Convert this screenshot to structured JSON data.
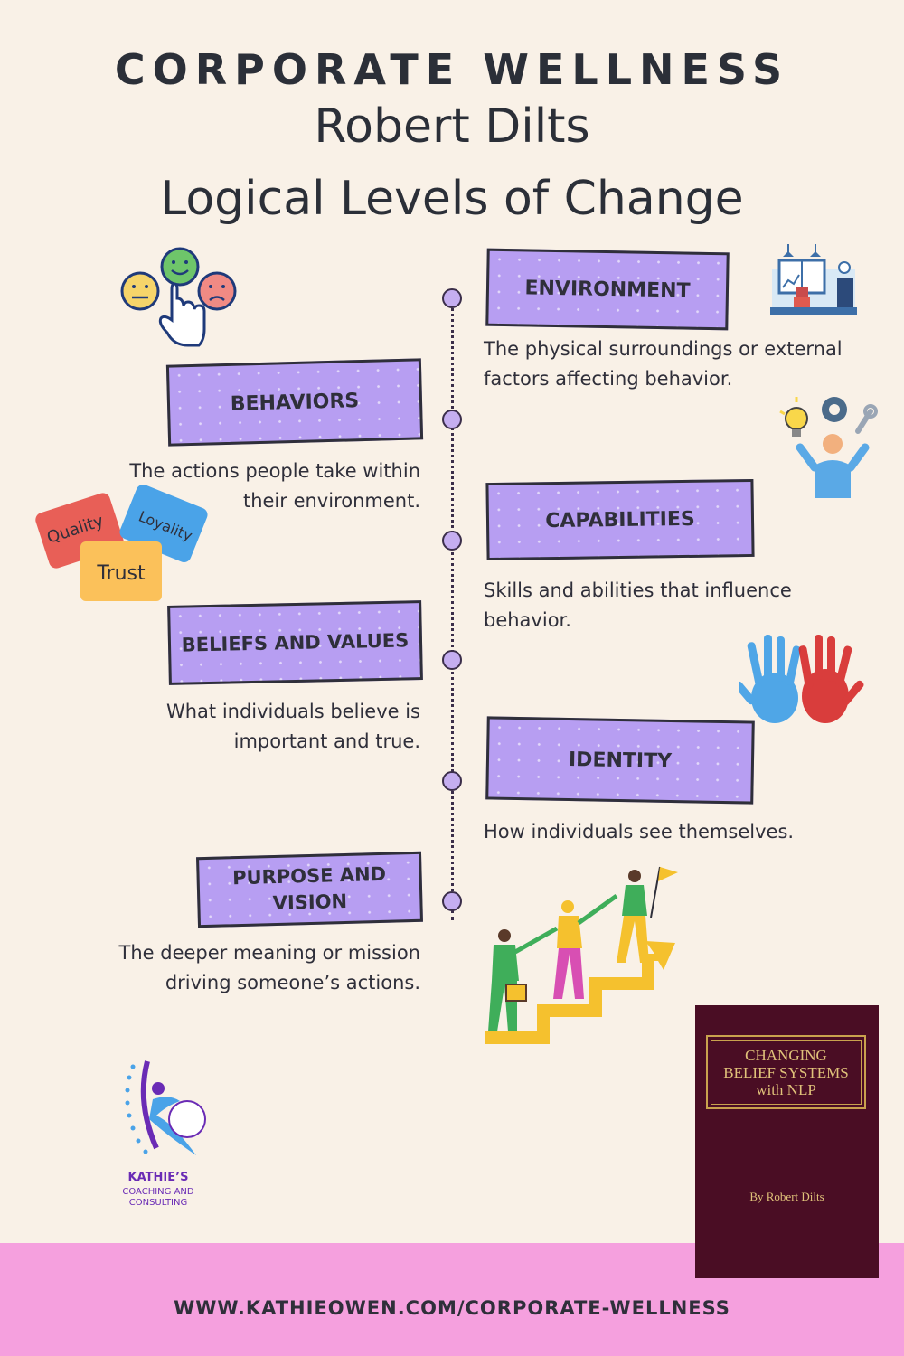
{
  "header": {
    "title": "CORPORATE WELLNESS",
    "author": "Robert Dilts",
    "subtitle": "Logical Levels of Change"
  },
  "levels": [
    {
      "label": "ENVIRONMENT",
      "description": "The physical surroundings or external factors affecting behavior.",
      "side": "right",
      "icon": "office-desk-icon"
    },
    {
      "label": "BEHAVIORS",
      "description": "The actions people take within their environment.",
      "side": "left",
      "icon": "emotion-faces-icon"
    },
    {
      "label": "CAPABILITIES",
      "description": "Skills and abilities that influence behavior.",
      "side": "right",
      "icon": "person-ideas-tools-icon"
    },
    {
      "label": "BELIEFS AND VALUES",
      "description": "What individuals believe is important and true.",
      "side": "left",
      "icon": "quality-loyalty-trust-icon"
    },
    {
      "label": "IDENTITY",
      "description": "How individuals see themselves.",
      "side": "right",
      "icon": "handprints-icon"
    },
    {
      "label": "PURPOSE AND VISION",
      "description": "The deeper meaning or mission driving someone’s actions.",
      "side": "left",
      "icon": "team-climbing-icon"
    }
  ],
  "stickers": {
    "quality": "Quality",
    "loyalty": "Loyality",
    "trust": "Trust"
  },
  "logo": {
    "name": "KATHIE’S",
    "tagline": "COACHING AND\nCONSULTING"
  },
  "book": {
    "title": "CHANGING\nBELIEF SYSTEMS\nwith NLP",
    "author": "By Robert Dilts"
  },
  "footer": {
    "url": "WWW.KATHIEOWEN.COM/CORPORATE-WELLNESS"
  },
  "colors": {
    "background": "#f9f1e7",
    "box": "#b79ef2",
    "footer": "#f5a0de",
    "book": "#4a0d24",
    "text": "#2b2f38"
  }
}
